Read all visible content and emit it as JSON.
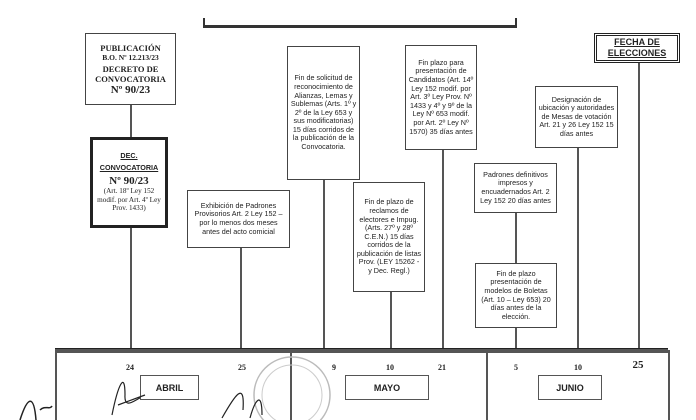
{
  "boxes": {
    "publicacion": [
      "PUBLICACIÓN",
      "B.O. Nº 12.213/23",
      "DECRETO DE",
      "CONVOCATORIA",
      "Nº 90/23"
    ],
    "dec_convocatoria": {
      "line1": "DEC.",
      "line2": "CONVOCATORIA",
      "number": "Nº 90/23",
      "note": "(Art. 18º Ley 152 modif. por Art. 4º Ley Prov. 1433)"
    },
    "exhibicion": "Exhibición de Padrones Provisorios Art. 2 Ley 152 – por lo menos dos meses antes del acto comicial",
    "fin_solicitud": "Fin de solicitud de reconocimiento de Alianzas, Lemas y Sublemas (Arts. 1º y 2º de la Ley 653 y sus modificatorias) 15 días corridos de la publicación de la Convocatoria.",
    "fin_reclamos": "Fin de plazo de reclamos de electores e Impug. (Arts. 27º y 28º C.E.N.) 15 días corridos de la publicación de listas Prov. (LEY 15262 - y Dec. Regl.)",
    "fin_candidatos": "Fin plazo para presentación de Candidatos (Art. 14º Ley 152 modif. por Art. 3º Ley Prov. Nº 1433 y 4º y 9º de la Ley Nº 653 modif. por Art. 2º Ley Nº 1570) 35 días antes",
    "padrones": "Padrones definitivos impresos y encuadernados Art. 2 Ley 152 20 días antes",
    "boletas": "Fin de plazo presentación de modelos de Boletas (Art. 10 – Ley 653) 20 días antes de la elección.",
    "designacion": "Designación de ubicación y autoridades de Mesas de votación Art. 21 y 26 Ley 152 15 días antes",
    "fecha": [
      "FECHA DE",
      "ELECCIONES"
    ]
  },
  "timeline": {
    "days": [
      "24",
      "25",
      "9",
      "10",
      "21",
      "5",
      "10",
      "25"
    ],
    "months": [
      "ABRIL",
      "MAYO",
      "JUNIO"
    ]
  }
}
